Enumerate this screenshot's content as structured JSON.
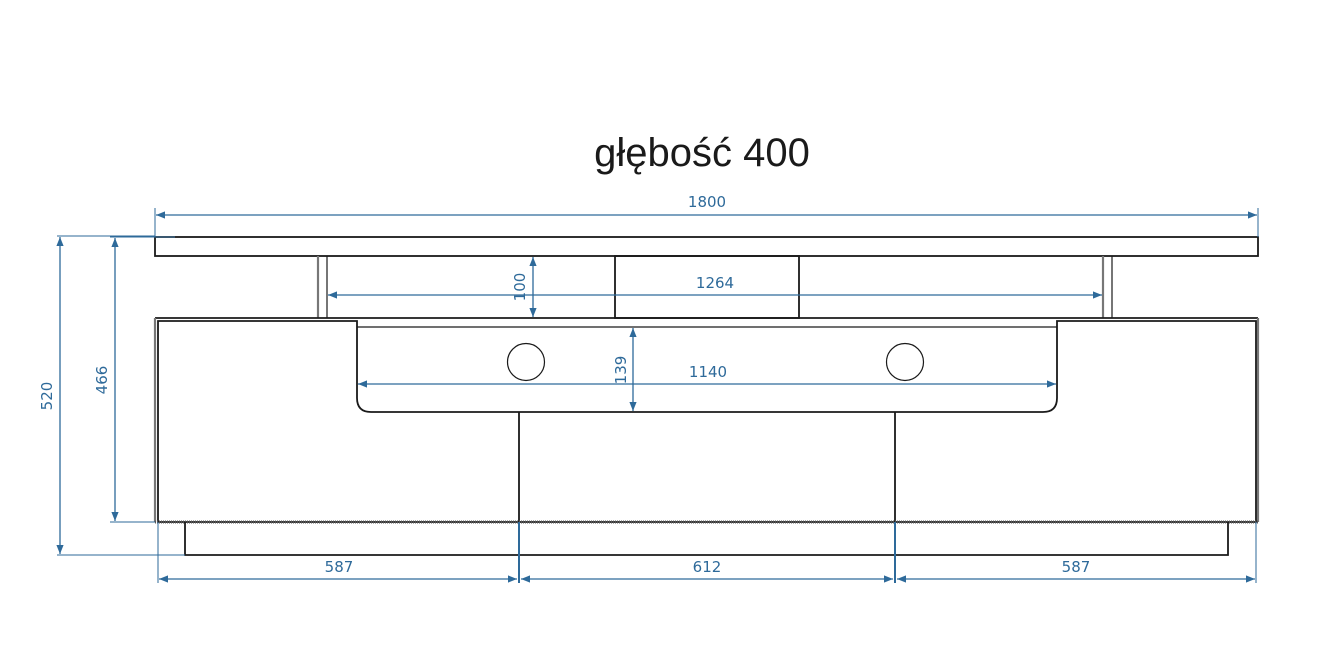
{
  "title": "głębość 400",
  "drawing": {
    "subject": "TV cabinet front elevation",
    "units": "mm",
    "colors": {
      "dimension": "#2e6a9a",
      "outline": "#1a1a1a"
    },
    "dimensions": {
      "overall_width": "1800",
      "shelf_opening_width": "1264",
      "shelf_opening_height": "100",
      "niche_width": "1140",
      "niche_height": "139",
      "body_height": "466",
      "overall_height": "520",
      "left_door_width": "587",
      "middle_door_width": "612",
      "right_door_width": "587"
    }
  }
}
